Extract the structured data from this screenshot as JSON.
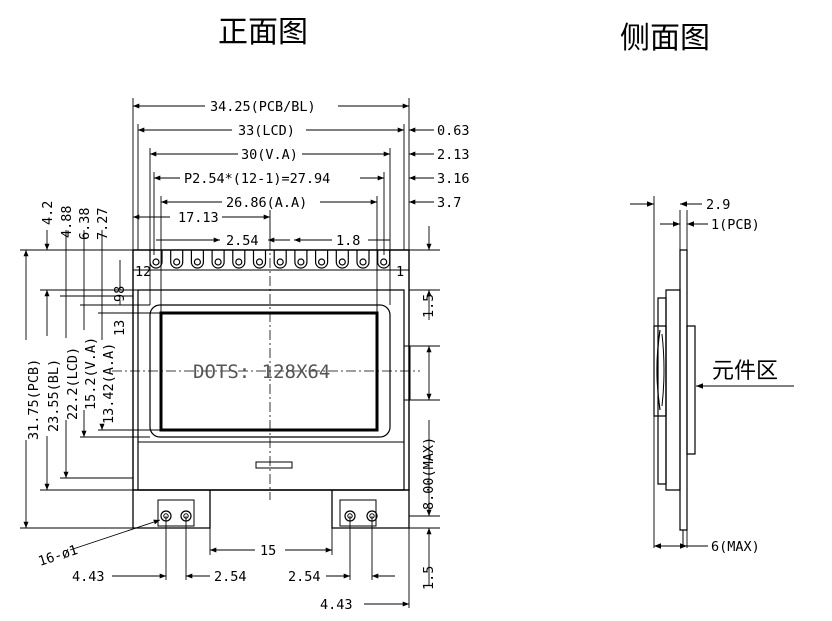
{
  "titles": {
    "front_view": "正面图",
    "side_view": "侧面图"
  },
  "front_dimensions": {
    "pcb_bl_width": "34.25(PCB/BL)",
    "lcd_width": "33(LCD)",
    "va_width": "30(V.A)",
    "pin_pitch_formula": "P2.54*(12-1)=27.94",
    "aa_width": "26.86(A.A)",
    "offset_063": "0.63",
    "offset_213": "2.13",
    "offset_316": "3.16",
    "offset_37": "3.7",
    "pin_offset": "17.13",
    "pin_pitch": "2.54",
    "pad_width": "1.8",
    "pin_1": "1",
    "pin_12": "12",
    "right_15": "1.5",
    "max_height": "8.00(MAX)",
    "bottom_15": "1.5"
  },
  "front_vertical": {
    "pcb_height": "31.75(PCB)",
    "bl_height": "23.55(BL)",
    "lcd_height": "22.2(LCD)",
    "va_height": "15.2(V.A)",
    "aa_height": "13.42(A.A)",
    "top_42": "4.2",
    "top_488": "4.88",
    "top_638": "6.38",
    "top_727": "7.27",
    "val_98": "98",
    "val_13": "13"
  },
  "display": {
    "dots_label": "DOTS: 128X64"
  },
  "bottom_dimensions": {
    "holes": "16-ø1",
    "left_443": "4.43",
    "left_254": "2.54",
    "center_15": "15",
    "right_254": "2.54",
    "right_443": "4.43"
  },
  "side_dimensions": {
    "dim_29": "2.9",
    "pcb_1": "1(PCB)",
    "max_6": "6(MAX)",
    "component_zone": "元件区"
  }
}
